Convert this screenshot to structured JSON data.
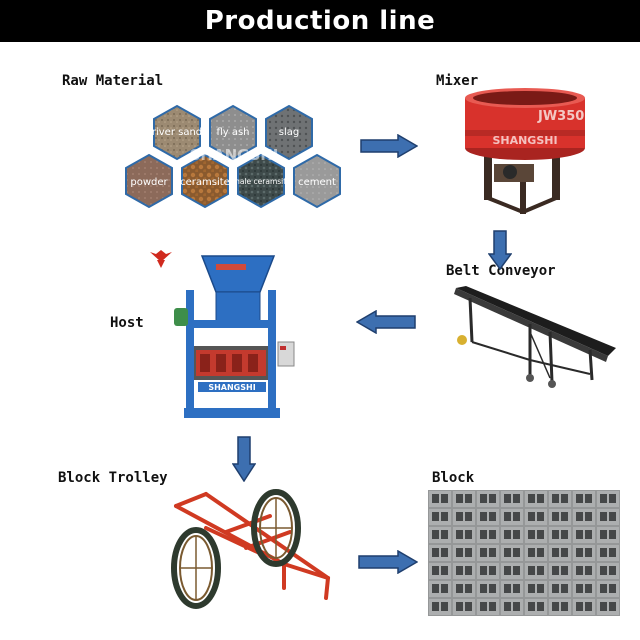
{
  "header": {
    "title": "Production line"
  },
  "stages": {
    "raw_material": "Raw Material",
    "mixer": "Mixer",
    "belt_conveyor": "Belt Conveyor",
    "host": "Host",
    "block_trolley": "Block Trolley",
    "block": "Block"
  },
  "materials": [
    "river sand",
    "fly ash",
    "slag",
    "powder",
    "ceramsite",
    "shale ceramsite",
    "cement"
  ],
  "brand": {
    "watermark": "SHANGSHI",
    "mixer_model": "JW350",
    "machine_plate": "SHANGSHI"
  },
  "colors": {
    "banner": "#000000",
    "arrow_fill": "#3d6fb0",
    "arrow_stroke": "#1f3f6e",
    "mixer_red": "#d8322c",
    "machine_blue": "#2d6fc2",
    "trolley_red": "#d03a22"
  }
}
